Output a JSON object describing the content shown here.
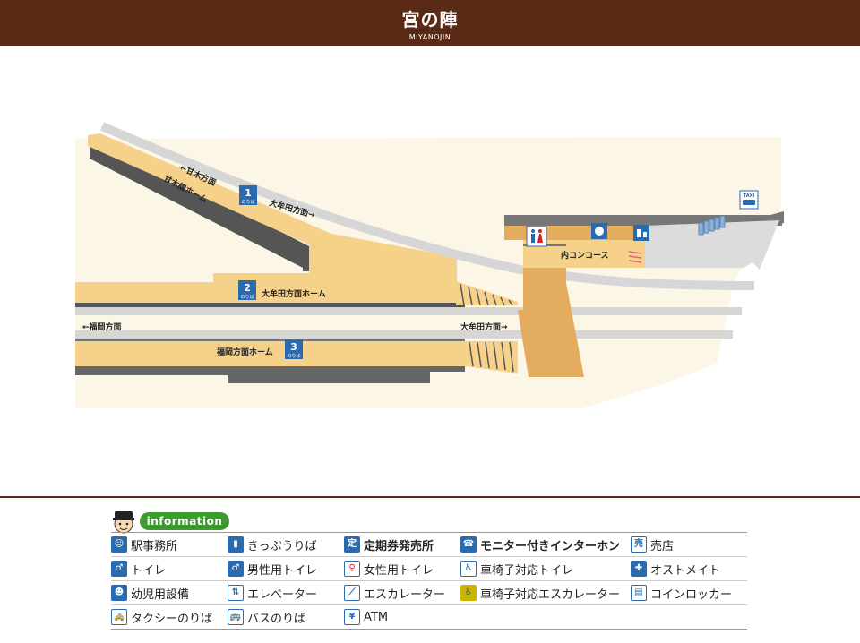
{
  "header": {
    "title": "宮の陣",
    "subtitle": "MIYANOJIN"
  },
  "map": {
    "labels": {
      "amagi_dir": "←甘木方面",
      "amagi_platform": "甘木線ホーム",
      "omuta_dir_upper": "大牟田方面→",
      "omuta_platform": "大牟田方面ホーム",
      "fukuoka_dir": "←福岡方面",
      "omuta_dir_lower": "大牟田方面→",
      "fukuoka_platform": "福岡方面ホーム",
      "concourse": "内コンコース",
      "taxi": "TAXI",
      "noriba": "のりば"
    },
    "platform_numbers": [
      "1",
      "2",
      "3"
    ],
    "colors": {
      "platform": "#f5d18a",
      "platform_edge": "#555555",
      "track": "#d6d6d6",
      "concourse": "#e3ac5e",
      "ground": "#fbf6e6",
      "building": "#777777",
      "icon": "#2a6bb0"
    }
  },
  "info": {
    "heading": "information",
    "legend": [
      [
        {
          "icon": "station-office-icon",
          "label": "駅事務所"
        },
        {
          "icon": "ticket-gate-icon",
          "label": "きっぷうりば"
        },
        {
          "icon": "commuter-pass-icon",
          "label": "定期券発売所"
        },
        {
          "icon": "intercom-icon",
          "label": "モニター付きインターホン"
        },
        {
          "icon": "shop-icon",
          "label": "売店"
        }
      ],
      [
        {
          "icon": "toilet-icon",
          "label": "トイレ"
        },
        {
          "icon": "mens-toilet-icon",
          "label": "男性用トイレ"
        },
        {
          "icon": "womens-toilet-icon",
          "label": "女性用トイレ"
        },
        {
          "icon": "accessible-toilet-icon",
          "label": "車椅子対応トイレ"
        },
        {
          "icon": "ostomate-icon",
          "label": "オストメイト"
        }
      ],
      [
        {
          "icon": "baby-facility-icon",
          "label": "幼児用設備"
        },
        {
          "icon": "elevator-icon",
          "label": "エレベーター"
        },
        {
          "icon": "escalator-icon",
          "label": "エスカレーター"
        },
        {
          "icon": "accessible-escalator-icon",
          "label": "車椅子対応エスカレーター"
        },
        {
          "icon": "coin-locker-icon",
          "label": "コインロッカー"
        }
      ],
      [
        {
          "icon": "taxi-icon",
          "label": "タクシーのりば"
        },
        {
          "icon": "bus-icon",
          "label": "バスのりば"
        },
        {
          "icon": "atm-icon",
          "label": "ATM"
        }
      ]
    ]
  }
}
